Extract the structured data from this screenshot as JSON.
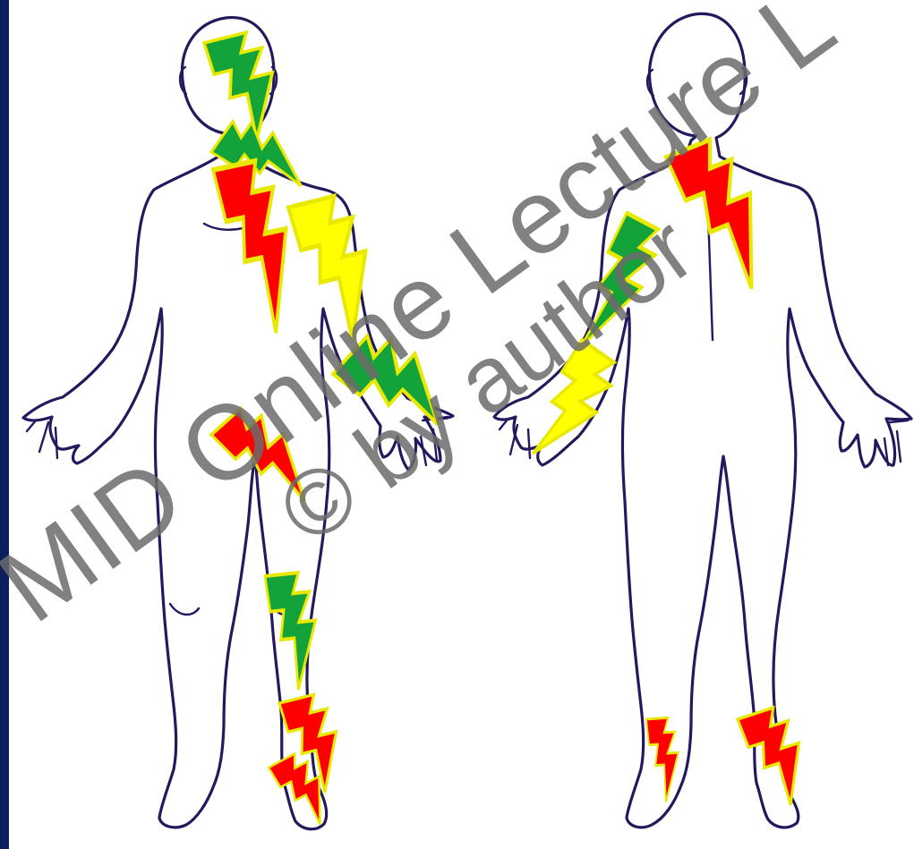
{
  "colors": {
    "frame": "#0b1f5c",
    "slide_background": "#ffffff",
    "outline": "#231a5e",
    "bolt_green": "#14a33a",
    "bolt_red": "#ff0000",
    "bolt_yellow": "#ffff00",
    "bolt_edge": "#e8e800",
    "watermark": "#6b6b6b"
  },
  "figures": [
    {
      "view": "front",
      "icon": "human-body-front-outline"
    },
    {
      "view": "back",
      "icon": "human-body-back-outline"
    }
  ],
  "bolt_icon": "lightning-bolt-icon",
  "watermark": {
    "line1": "MID Online Lecture L",
    "line2": "© by author"
  }
}
